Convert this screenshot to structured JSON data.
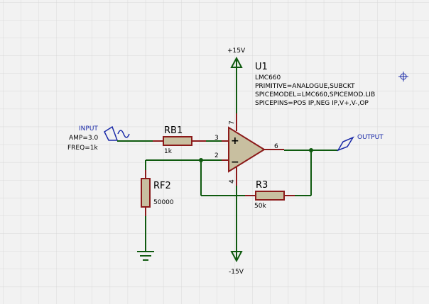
{
  "component": {
    "ref": "U1",
    "part": "LMC660",
    "primitive": "PRIMITIVE=ANALOGUE,SUBCKT",
    "spicemodel": "SPICEMODEL=LMC660,SPICEMOD.LIB",
    "spicepins": "SPICEPINS=POS IP,NEG IP,V+,V-,OP",
    "pins": {
      "plus": "3",
      "minus": "2",
      "vplus": "7",
      "vminus": "4",
      "out": "6"
    },
    "plus_sign": "+",
    "minus_sign": "−"
  },
  "power": {
    "positive": "+15V",
    "negative": "-15V"
  },
  "input": {
    "label": "INPUT",
    "amp": "AMP=3.0",
    "freq": "FREQ=1k"
  },
  "output": {
    "label": "OUTPUT"
  },
  "resistors": {
    "rb1": {
      "name": "RB1",
      "value": "1k"
    },
    "rf2": {
      "name": "RF2",
      "value": "50000"
    },
    "r3": {
      "name": "R3",
      "value": "50k"
    }
  },
  "colors": {
    "background": "#f2f2f2",
    "grid": "#d9d9d9",
    "wire": "#0f5a0f",
    "component": "#8b1a1a",
    "body": "#c8bfa0",
    "label_blue": "#1a2aa8"
  }
}
